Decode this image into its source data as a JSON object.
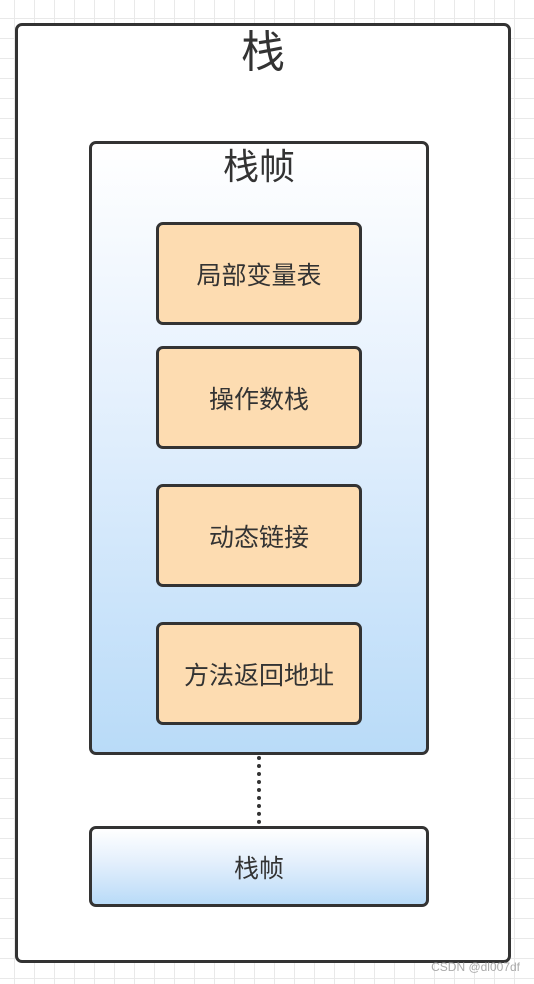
{
  "stack": {
    "title": "栈"
  },
  "frame": {
    "title": "栈帧",
    "items": [
      "局部变量表",
      "操作数栈",
      "动态链接",
      "方法返回地址"
    ]
  },
  "second_frame": {
    "label": "栈帧"
  },
  "watermark": "CSDN @dl007df"
}
